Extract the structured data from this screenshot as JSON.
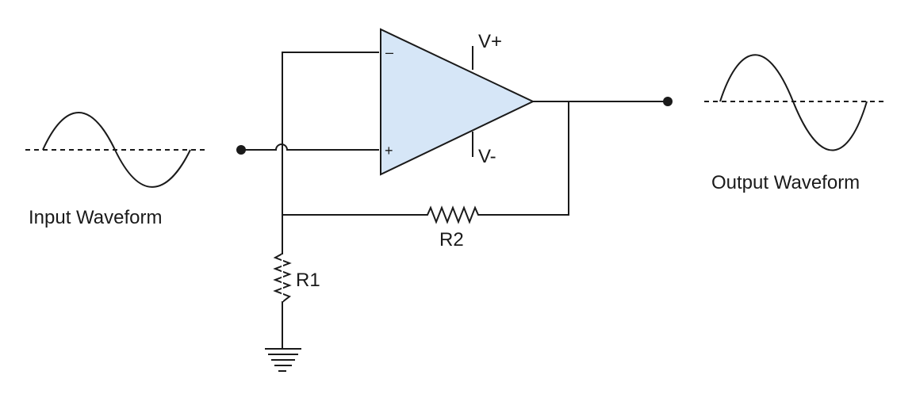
{
  "labels": {
    "input_waveform": "Input Waveform",
    "output_waveform": "Output Waveform",
    "r1": "R1",
    "r2": "R2",
    "v_plus": "V+",
    "v_minus": "V-",
    "inverting_input": "–",
    "noninverting_input": "+"
  },
  "colors": {
    "opamp_fill": "#d6e6f7",
    "line": "#1a1a1a"
  }
}
